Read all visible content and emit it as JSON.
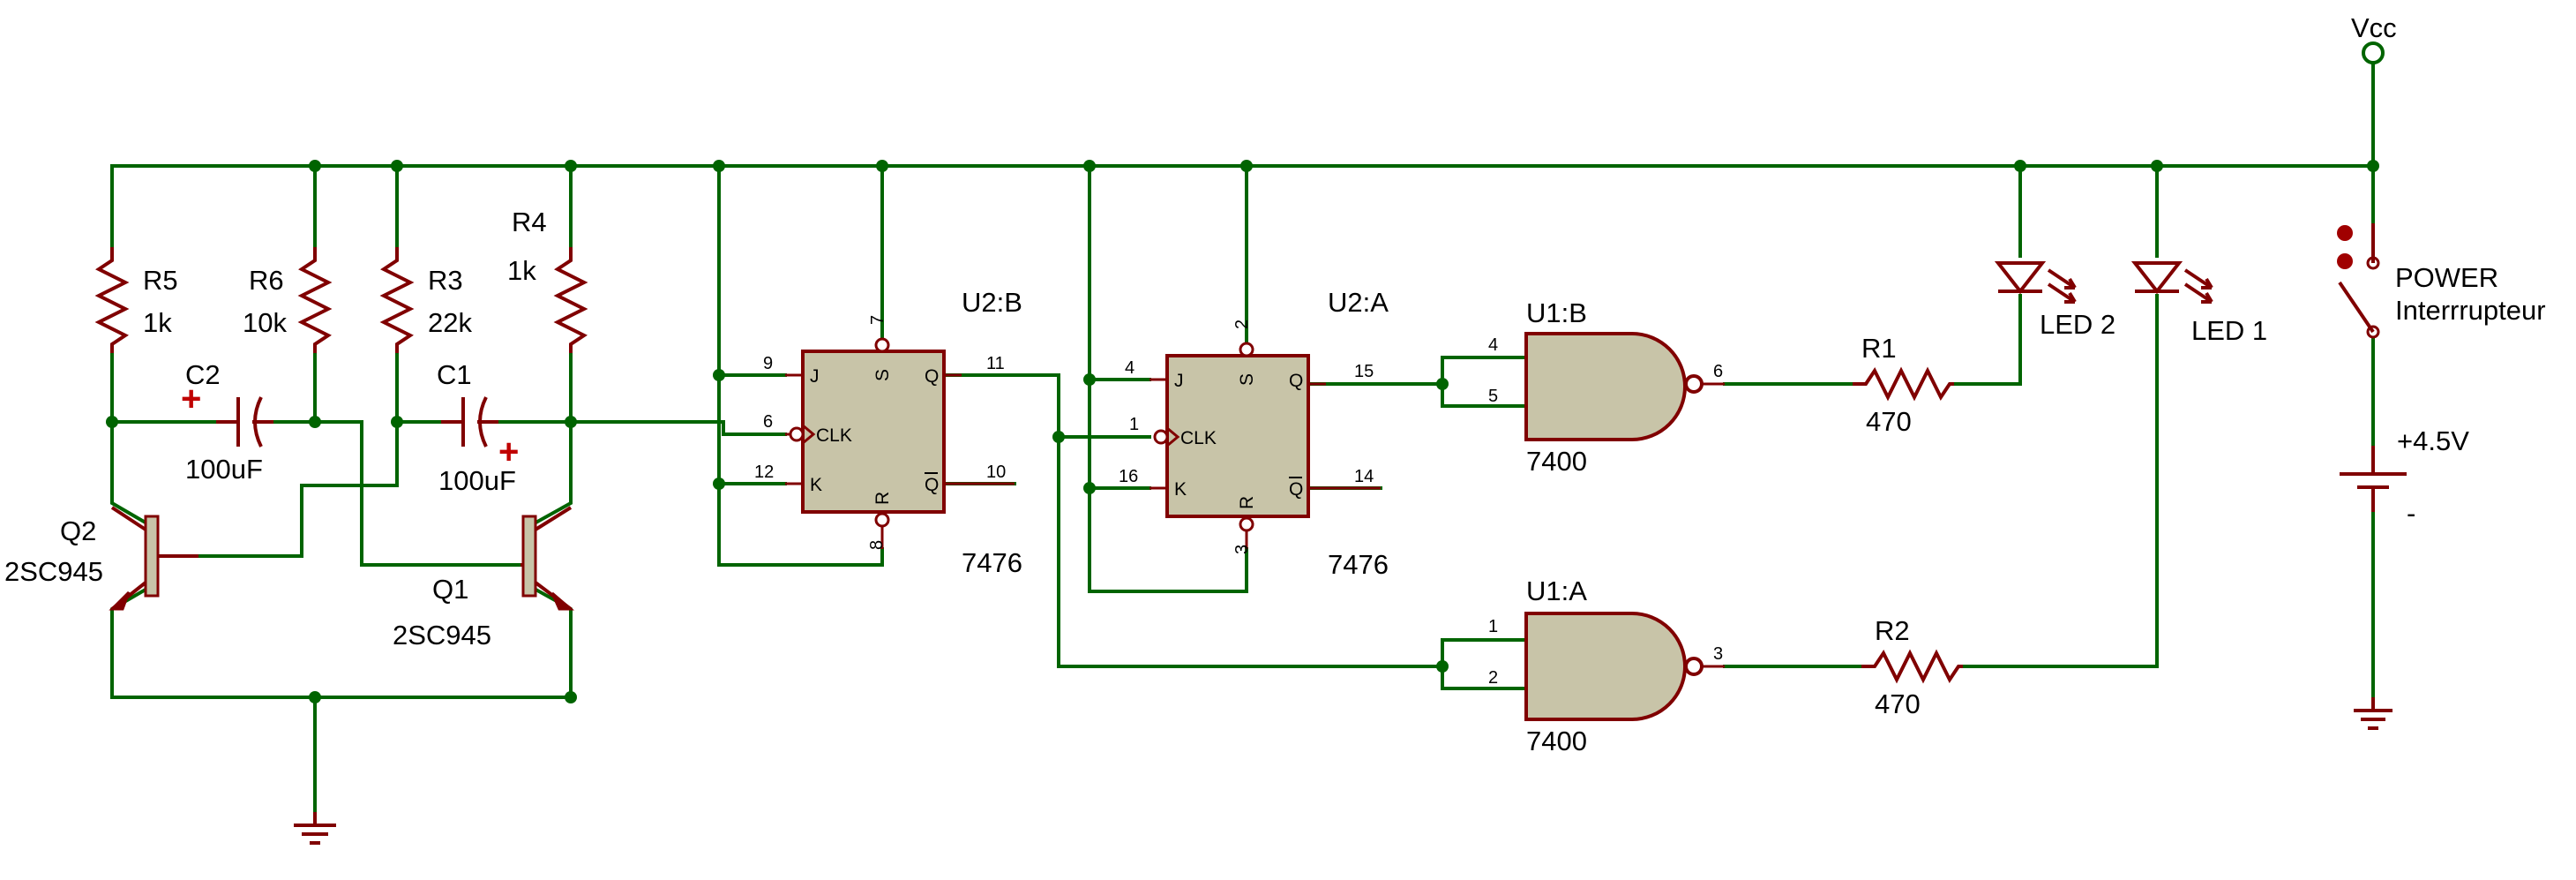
{
  "components": {
    "vcc": "Vcc",
    "switch": {
      "name": "POWER",
      "type": "Interrrupteur"
    },
    "battery": {
      "voltage": "+4.5V",
      "minus": "-"
    },
    "led2": "LED 2",
    "led1": "LED 1",
    "r1": {
      "name": "R1",
      "value": "470"
    },
    "r2": {
      "name": "R2",
      "value": "470"
    },
    "r3": {
      "name": "R3",
      "value": "22k"
    },
    "r4": {
      "name": "R4",
      "value": "1k"
    },
    "r5": {
      "name": "R5",
      "value": "1k"
    },
    "r6": {
      "name": "R6",
      "value": "10k"
    },
    "c1": {
      "name": "C1",
      "value": "100uF",
      "polarity": "+"
    },
    "c2": {
      "name": "C2",
      "value": "100uF",
      "polarity": "+"
    },
    "q1": {
      "name": "Q1",
      "part": "2SC945"
    },
    "q2": {
      "name": "Q2",
      "part": "2SC945"
    },
    "u2b": {
      "name": "U2:B",
      "part": "7476",
      "pins": {
        "j": "9",
        "clk": "6",
        "k": "12",
        "s": "7",
        "r": "8",
        "q": "11",
        "qbar": "10"
      }
    },
    "u2a": {
      "name": "U2:A",
      "part": "7476",
      "pins": {
        "j": "4",
        "clk": "1",
        "k": "16",
        "s": "2",
        "r": "3",
        "q": "15",
        "qbar": "14"
      }
    },
    "ff_labels": {
      "j": "J",
      "k": "K",
      "clk": "CLK",
      "s": "S",
      "r": "R",
      "q": "Q",
      "qbar": "Q"
    },
    "u1b": {
      "name": "U1:B",
      "part": "7400",
      "pins": {
        "in1": "4",
        "in2": "5",
        "out": "6"
      }
    },
    "u1a": {
      "name": "U1:A",
      "part": "7400",
      "pins": {
        "in1": "1",
        "in2": "2",
        "out": "3"
      }
    }
  }
}
